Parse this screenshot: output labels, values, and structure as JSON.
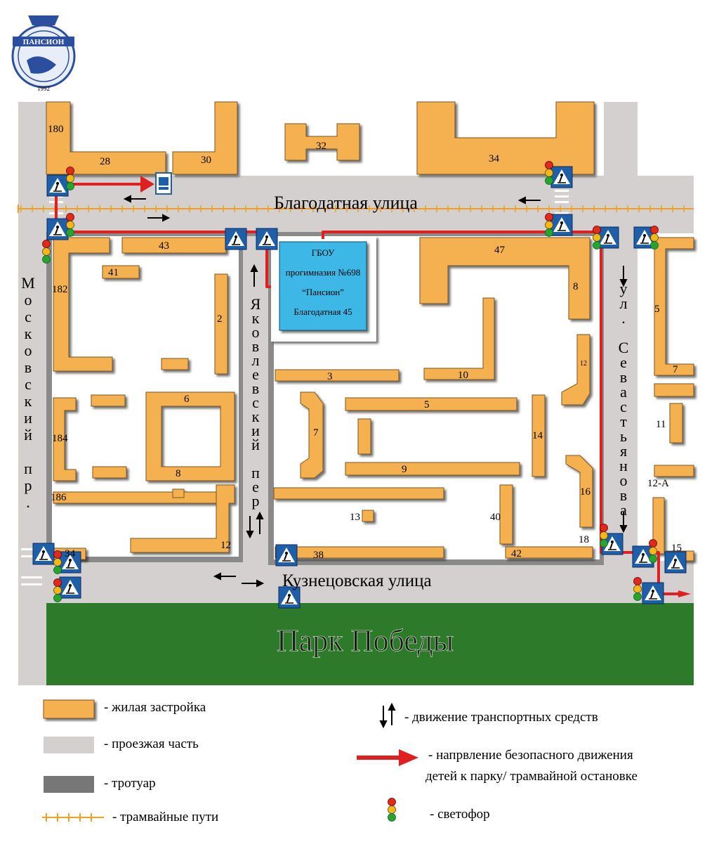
{
  "logo": {
    "text": "ПАНСИОН",
    "year": "1992"
  },
  "streets": {
    "top": "Благодатная улица",
    "bottom": "Кузнецовская улица",
    "left": "Московский пр.",
    "middle": "Яковлевский пер",
    "right": "ул. Севастьянова"
  },
  "park": "Парк Победы",
  "school": {
    "line1": "ГБОУ",
    "line2": "прогимназия №698",
    "line3": "“Пансион”",
    "line4": "Благодатная 45"
  },
  "buildings": {
    "b180": "180",
    "b28": "28",
    "b30": "30",
    "b32": "32",
    "b34_top": "34",
    "b43": "43",
    "b41": "41",
    "b182": "182",
    "b2": "2",
    "b6": "6",
    "b8_left": "8",
    "b184": "184",
    "b186": "186",
    "b12_left": "12",
    "b34_bottom": "34",
    "b47": "47",
    "b8_right": "8",
    "b3": "3",
    "b10": "10",
    "b12_right": "12",
    "b5": "5",
    "b7_mid": "7",
    "b9": "9",
    "b14": "14",
    "b16": "16",
    "b13": "13",
    "b40": "40",
    "b18": "18",
    "b38": "38",
    "b42": "42",
    "b5_far": "5",
    "b7_far": "7",
    "b11": "11",
    "b12a": "12-А",
    "b15": "15"
  },
  "legend": {
    "housing": "- жилая застройка",
    "roadway": "- проезжая часть",
    "sidewalk": "- тротуар",
    "tram": "- трамвайные пути",
    "traffic": "- движение транспортных средств",
    "route_line1": "- напрвление безопасного движения",
    "route_line2": "детей  к парку/ трамвайной остановке",
    "light": "- светофор"
  },
  "colors": {
    "building": "#f5b14f",
    "road": "#d4d0d0",
    "sidewalk": "#8a8a8a",
    "park": "#2c7a2a",
    "route": "#e02020",
    "school": "#3cb8e6",
    "tram": "#f0a020"
  }
}
